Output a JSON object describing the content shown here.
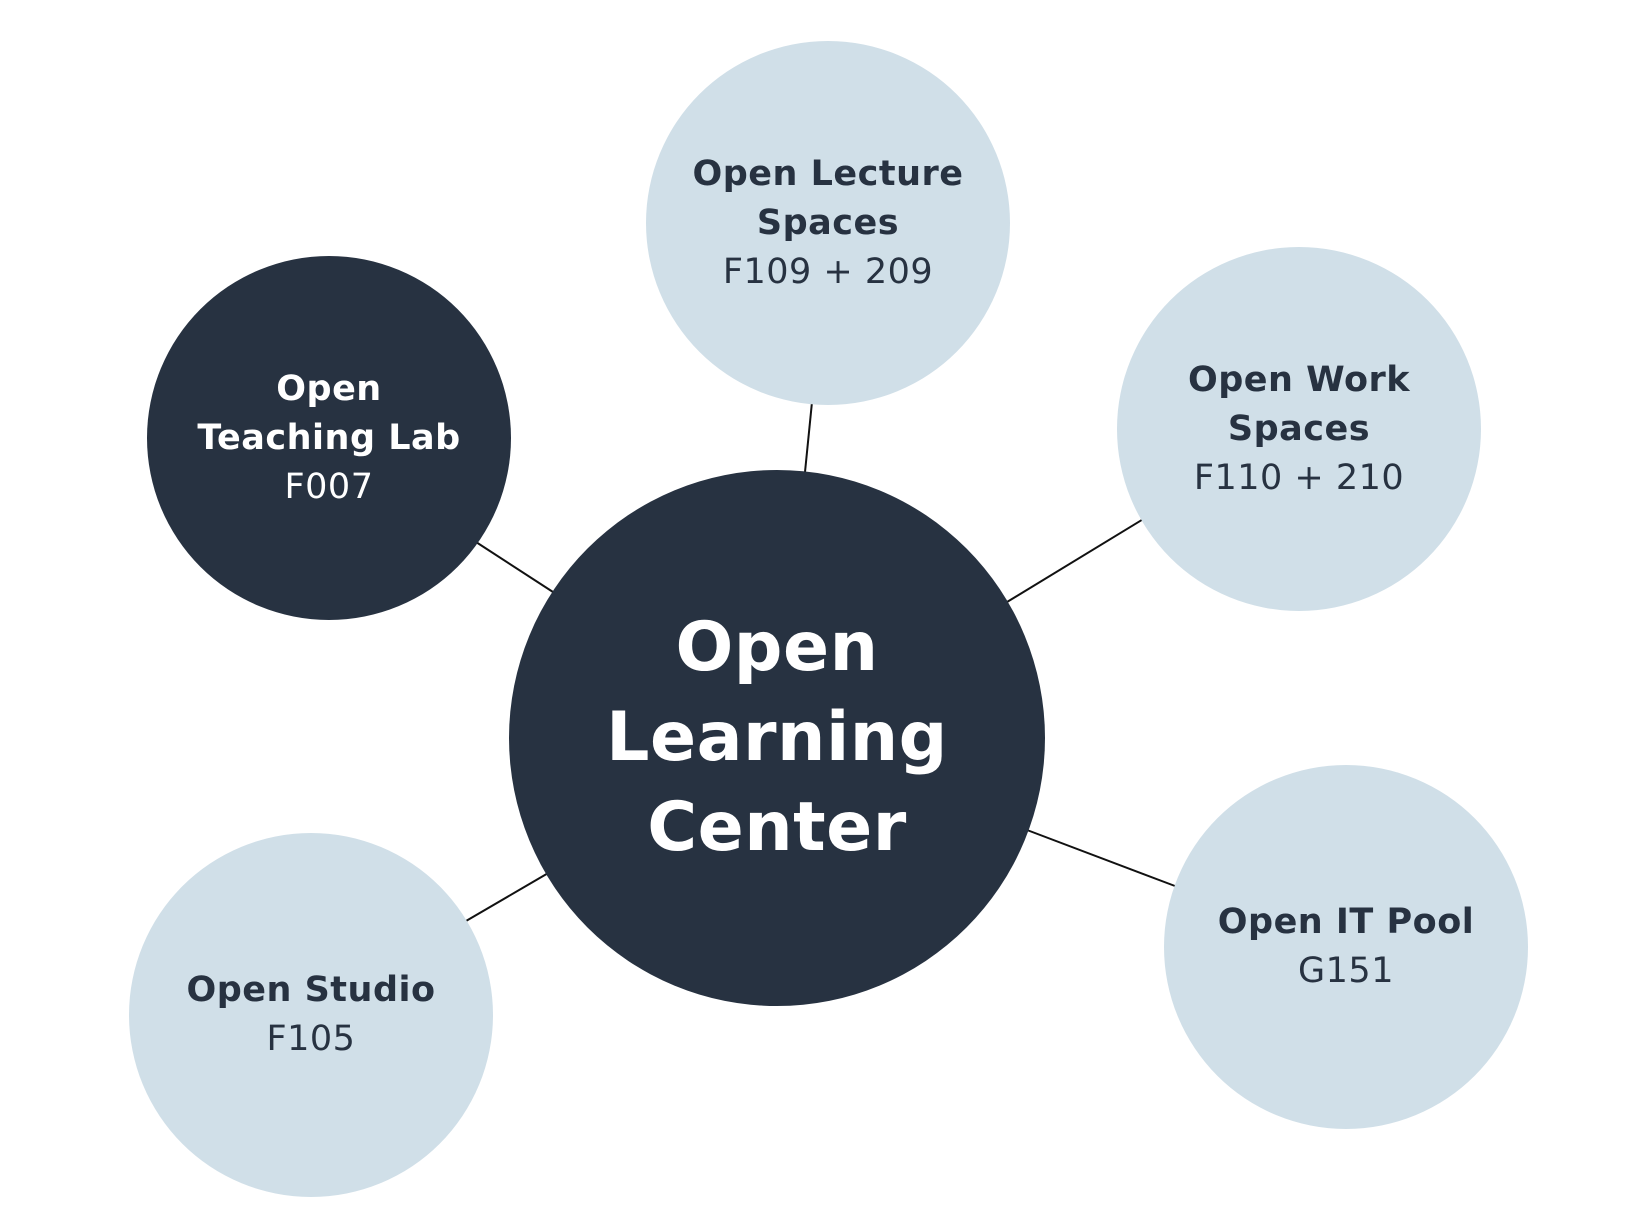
{
  "colors": {
    "dark": "#273241",
    "light": "#d0dfe8",
    "line": "#111111",
    "text_light": "#ffffff",
    "text_dark": "#273241"
  },
  "center": {
    "title_lines": [
      "Open",
      "Learning",
      "Center"
    ]
  },
  "nodes": [
    {
      "id": "lecture-spaces",
      "title_lines": [
        "Open Lecture",
        "Spaces"
      ],
      "room": "F109 + 209",
      "style": "light"
    },
    {
      "id": "teaching-lab",
      "title_lines": [
        "Open",
        "Teaching Lab"
      ],
      "room": "F007",
      "style": "dark"
    },
    {
      "id": "work-spaces",
      "title_lines": [
        "Open Work",
        "Spaces"
      ],
      "room": "F110 + 210",
      "style": "light"
    },
    {
      "id": "studio",
      "title_lines": [
        "Open Studio"
      ],
      "room": "F105",
      "style": "light"
    },
    {
      "id": "it-pool",
      "title_lines": [
        "Open IT Pool"
      ],
      "room": "G151",
      "style": "light"
    }
  ]
}
